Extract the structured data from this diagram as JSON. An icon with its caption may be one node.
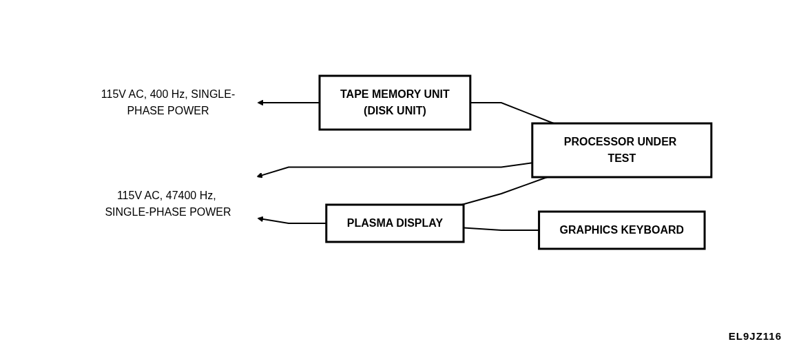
{
  "diagram": {
    "nodes": [
      {
        "text": [
          "115V AC, 400 Hz, SINGLE-PHASE POWER"
        ]
      },
      {
        "text": [
          "TAPE MEMORY UNIT",
          "(DISK UNIT)"
        ]
      },
      {
        "text": [
          "PROCESSOR UNDER TEST"
        ]
      },
      {
        "text": [
          "115V AC, 47400 Hz, SINGLE-PHASE POWER"
        ]
      },
      {
        "text": [
          "PLASMA DISPLAY"
        ]
      },
      {
        "text": [
          "GRAPHICS KEYBOARD"
        ]
      }
    ],
    "edges": [
      {
        "from": 1,
        "to": 0,
        "arrow": "to"
      },
      {
        "from": 2,
        "to": 1,
        "arrow": "none"
      },
      {
        "from": 2,
        "to": 3,
        "arrow": "to"
      },
      {
        "from": 2,
        "to": 4,
        "arrow": "none"
      },
      {
        "from": 4,
        "to": 3,
        "arrow": "to"
      },
      {
        "from": 5,
        "to": 4,
        "arrow": "none"
      }
    ],
    "labels": [
      "EL9JZ116"
    ]
  }
}
